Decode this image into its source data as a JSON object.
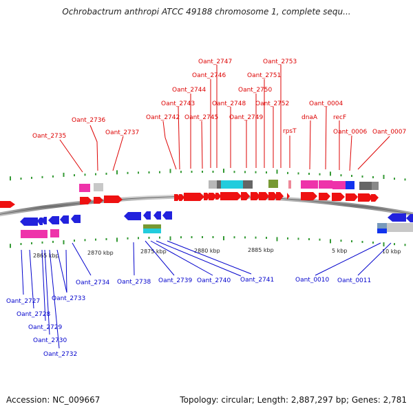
{
  "title": "Ochrobactrum anthropi ATCC 49188 chromosome 1, complete sequ...",
  "footer": {
    "accession": "Accession: NC_009667",
    "summary": "Topology: circular; Length: 2,887,297 bp; Genes: 2,781"
  },
  "colors": {
    "forward_label": "#dd0000",
    "reverse_label": "#0000cc",
    "forward_gene": "#ee1111",
    "reverse_gene": "#2222dd",
    "magenta": "#ee33aa",
    "cyan": "#22ccdd",
    "gray": "#888888",
    "light_gray": "#c8c8c8",
    "olive": "#779933",
    "blue": "#1133ee",
    "tick": "#339933"
  },
  "scale_labels": [
    "2865 kbp",
    "2870 kbp",
    "2875 kbp",
    "2880 kbp",
    "2885 kbp",
    "5 kbp",
    "10 kbp"
  ],
  "top_labels": [
    "Oant_2735",
    "Oant_2736",
    "Oant_2737",
    "Oant_2742",
    "Oant_2743",
    "Oant_2744",
    "Oant_2745",
    "Oant_2746",
    "Oant_2747",
    "Oant_2748",
    "Oant_2749",
    "Oant_2750",
    "Oant_2751",
    "Oant_2752",
    "Oant_2753",
    "rpsT",
    "dnaA",
    "Oant_0004",
    "recF",
    "Oant_0006",
    "Oant_0007"
  ],
  "bottom_labels": [
    "Oant_2727",
    "Oant_2728",
    "Oant_2729",
    "Oant_2730",
    "Oant_2732",
    "Oant_2733",
    "Oant_2734",
    "Oant_2738",
    "Oant_2739",
    "Oant_2740",
    "Oant_2741",
    "Oant_0010",
    "Oant_0011"
  ]
}
